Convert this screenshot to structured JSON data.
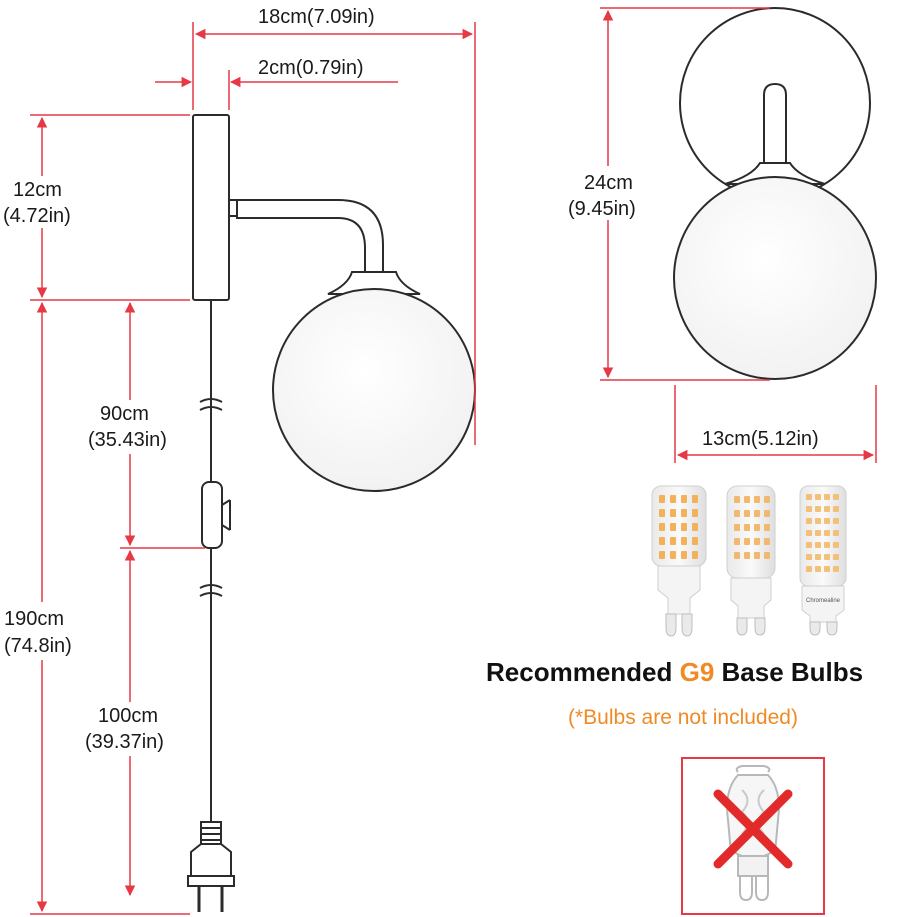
{
  "colors": {
    "dimension": "#e63946",
    "accent": "#f08a24",
    "outline": "#2b2b2b"
  },
  "side_view": {
    "total_width": "18cm(7.09in)",
    "plate_offset": "2cm(0.79in)",
    "plate_height_cm": "12cm",
    "plate_height_in": "(4.72in)",
    "cord_total_cm": "190cm",
    "cord_total_in": "(74.8in)",
    "cord_to_switch_cm": "90cm",
    "cord_to_switch_in": "(35.43in)",
    "switch_to_plug_cm": "100cm",
    "switch_to_plug_in": "(39.37in)"
  },
  "front_view": {
    "height_cm": "24cm",
    "height_in": "(9.45in)",
    "width": "13cm(5.12in)"
  },
  "bulbs": {
    "brand_text": "Chromealine",
    "title_pre": "Recommended ",
    "title_highlight": "G9",
    "title_post": " Base Bulbs",
    "note": "(*Bulbs are not included)"
  },
  "icons": {
    "not_recommended": "crossed-halogen-bulb-icon"
  }
}
